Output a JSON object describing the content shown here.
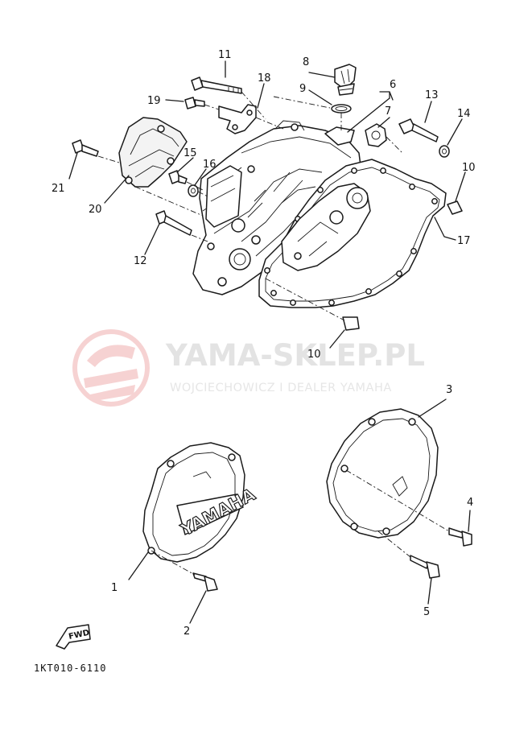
{
  "watermark": {
    "title": "YAMA-SKLEP.PL",
    "subtitle": "WOJCIECHOWICZ I DEALER YAMAHA"
  },
  "diagram_code": "1KT010-6110",
  "cover_brand": "YAMAHA",
  "direction_label": "FWD",
  "callouts": [
    {
      "id": "callout-1",
      "label": "1"
    },
    {
      "id": "callout-2",
      "label": "2"
    },
    {
      "id": "callout-3",
      "label": "3"
    },
    {
      "id": "callout-4",
      "label": "4"
    },
    {
      "id": "callout-5",
      "label": "5"
    },
    {
      "id": "callout-6",
      "label": "6"
    },
    {
      "id": "callout-7",
      "label": "7"
    },
    {
      "id": "callout-8",
      "label": "8"
    },
    {
      "id": "callout-9",
      "label": "9"
    },
    {
      "id": "callout-10a",
      "label": "10"
    },
    {
      "id": "callout-10b",
      "label": "10"
    },
    {
      "id": "callout-11",
      "label": "11"
    },
    {
      "id": "callout-12",
      "label": "12"
    },
    {
      "id": "callout-13",
      "label": "13"
    },
    {
      "id": "callout-14",
      "label": "14"
    },
    {
      "id": "callout-15",
      "label": "15"
    },
    {
      "id": "callout-16",
      "label": "16"
    },
    {
      "id": "callout-17",
      "label": "17"
    },
    {
      "id": "callout-18",
      "label": "18"
    },
    {
      "id": "callout-19",
      "label": "19"
    },
    {
      "id": "callout-20",
      "label": "20"
    },
    {
      "id": "callout-21",
      "label": "21"
    }
  ]
}
